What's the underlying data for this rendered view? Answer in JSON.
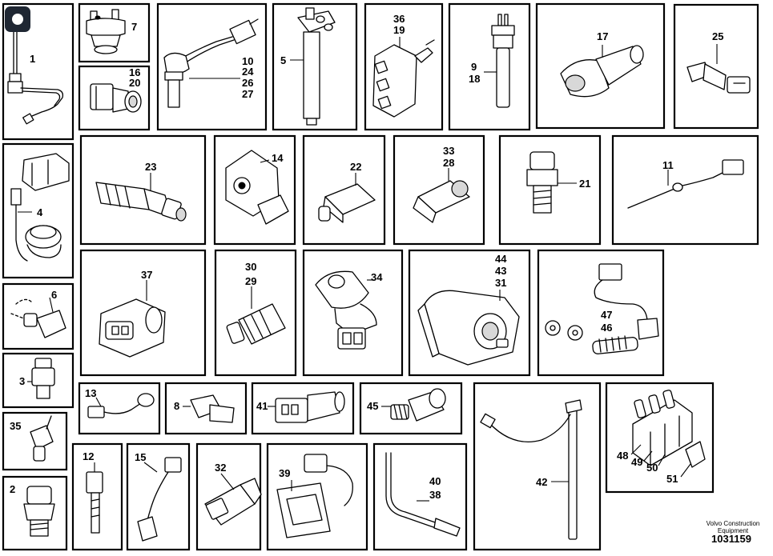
{
  "parts": {
    "p1": [
      "1"
    ],
    "p7": [
      "7"
    ],
    "p10": [
      "10",
      "24",
      "26",
      "27"
    ],
    "p5": [
      "5"
    ],
    "p36": [
      "36",
      "19"
    ],
    "p9": [
      "9",
      "18"
    ],
    "p17": [
      "17"
    ],
    "p25": [
      "25"
    ],
    "p16": [
      "16",
      "20"
    ],
    "p4": [
      "4"
    ],
    "p23": [
      "23"
    ],
    "p14": [
      "14"
    ],
    "p22": [
      "22"
    ],
    "p33": [
      "33",
      "28"
    ],
    "p21": [
      "21"
    ],
    "p11": [
      "11"
    ],
    "p37": [
      "37"
    ],
    "p30": [
      "30",
      "29"
    ],
    "p34": [
      "34"
    ],
    "p44": [
      "44",
      "43",
      "31"
    ],
    "p47": [
      "47",
      "46"
    ],
    "p6": [
      "6"
    ],
    "p3": [
      "3"
    ],
    "p13": [
      "13"
    ],
    "p8": [
      "8"
    ],
    "p41": [
      "41"
    ],
    "p45": [
      "45"
    ],
    "p42": [
      "42"
    ],
    "p48": [
      "48",
      "49",
      "50",
      "51"
    ],
    "p35": [
      "35"
    ],
    "p2": [
      "2"
    ],
    "p12": [
      "12"
    ],
    "p15": [
      "15"
    ],
    "p32": [
      "32"
    ],
    "p39": [
      "39"
    ],
    "p40": [
      "40",
      "38"
    ]
  },
  "footer": {
    "brand_line1": "Volvo Construction",
    "brand_line2": "Equipment",
    "doc_number": "1031159"
  },
  "colors": {
    "line": "#000000",
    "background": "#ffffff",
    "corner_badge": "#1f2733"
  }
}
